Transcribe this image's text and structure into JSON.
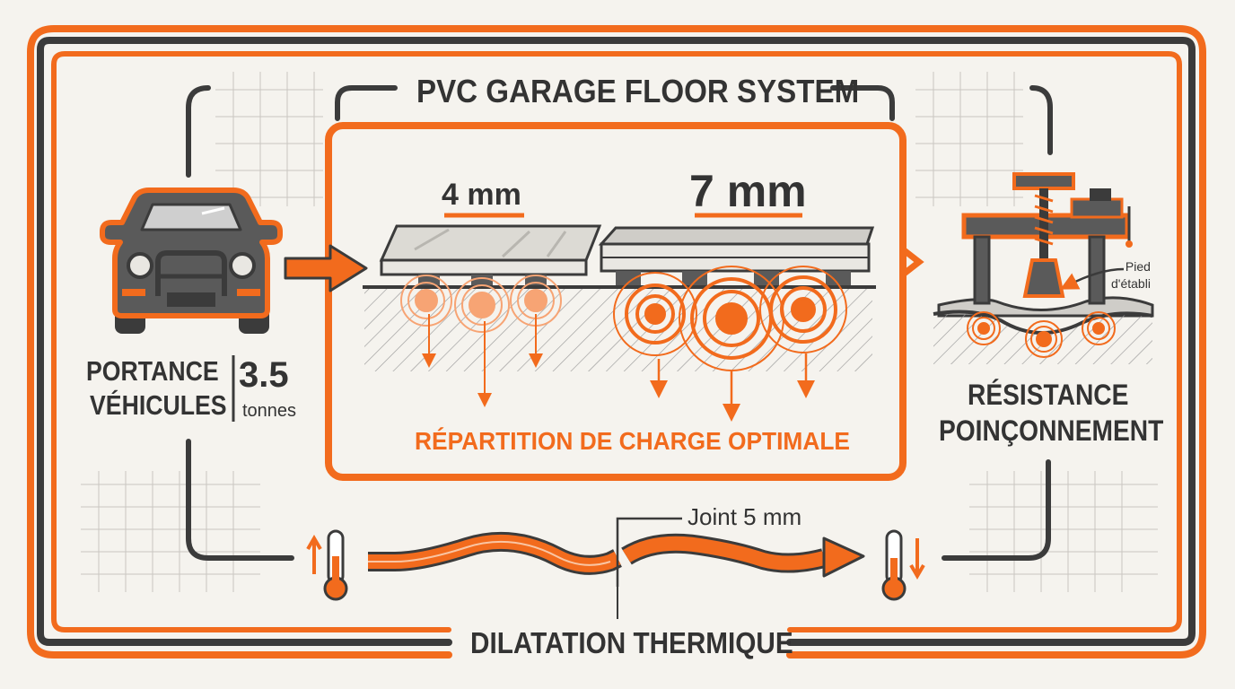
{
  "colors": {
    "accent": "#f26b1d",
    "dark": "#3b3b3b",
    "background": "#f5f3ee"
  },
  "title": "PVC GARAGE FLOOR SYSTEM",
  "thickness": {
    "thin": "4 mm",
    "thick": "7 mm"
  },
  "load_distribution": "RÉPARTITION DE CHARGE OPTIMALE",
  "vehicle": {
    "label_line1": "PORTANCE",
    "label_line2": "VÉHICULES",
    "value": "3.5",
    "unit": "tonnes",
    "icon": "suv-icon"
  },
  "workbench": {
    "callout": "Pied\nd'établi",
    "label_line1": "RÉSISTANCE",
    "label_line2": "POINÇONNEMENT",
    "icon": "workbench-vise-icon"
  },
  "expansion": {
    "joint_label": "Joint 5 mm",
    "title": "DILATATION THERMIQUE",
    "icons": [
      "thermometer-up-icon",
      "thermometer-down-icon"
    ]
  }
}
